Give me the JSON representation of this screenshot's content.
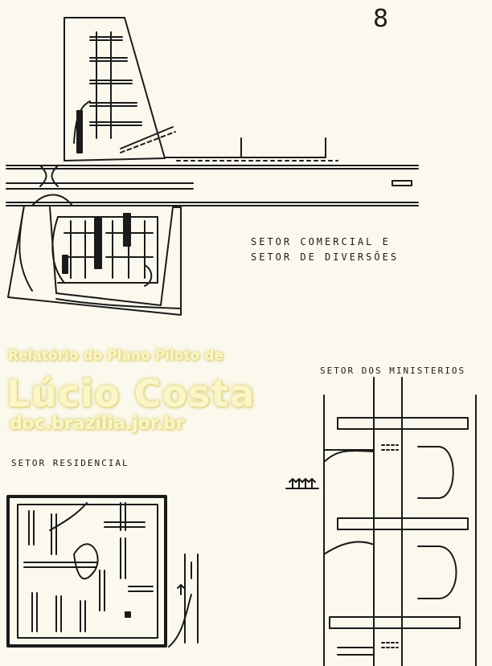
{
  "page_number": "8",
  "labels": {
    "comercial_line1": "SETOR COMERCIAL E",
    "comercial_line2": "SETOR DE DIVERSÕES",
    "ministerios": "SETOR DOS MINISTERIOS",
    "residencial": "SETOR RESIDENCIAL"
  },
  "watermark": {
    "line1": "Relatório do Plano Piloto de",
    "line2": "Lúcio Costa",
    "line3": "doc.brazilia.jor.br"
  },
  "colors": {
    "ink": "#1a1a1a",
    "paper": "#fbf8ee",
    "watermark": "#fbf6c8"
  }
}
